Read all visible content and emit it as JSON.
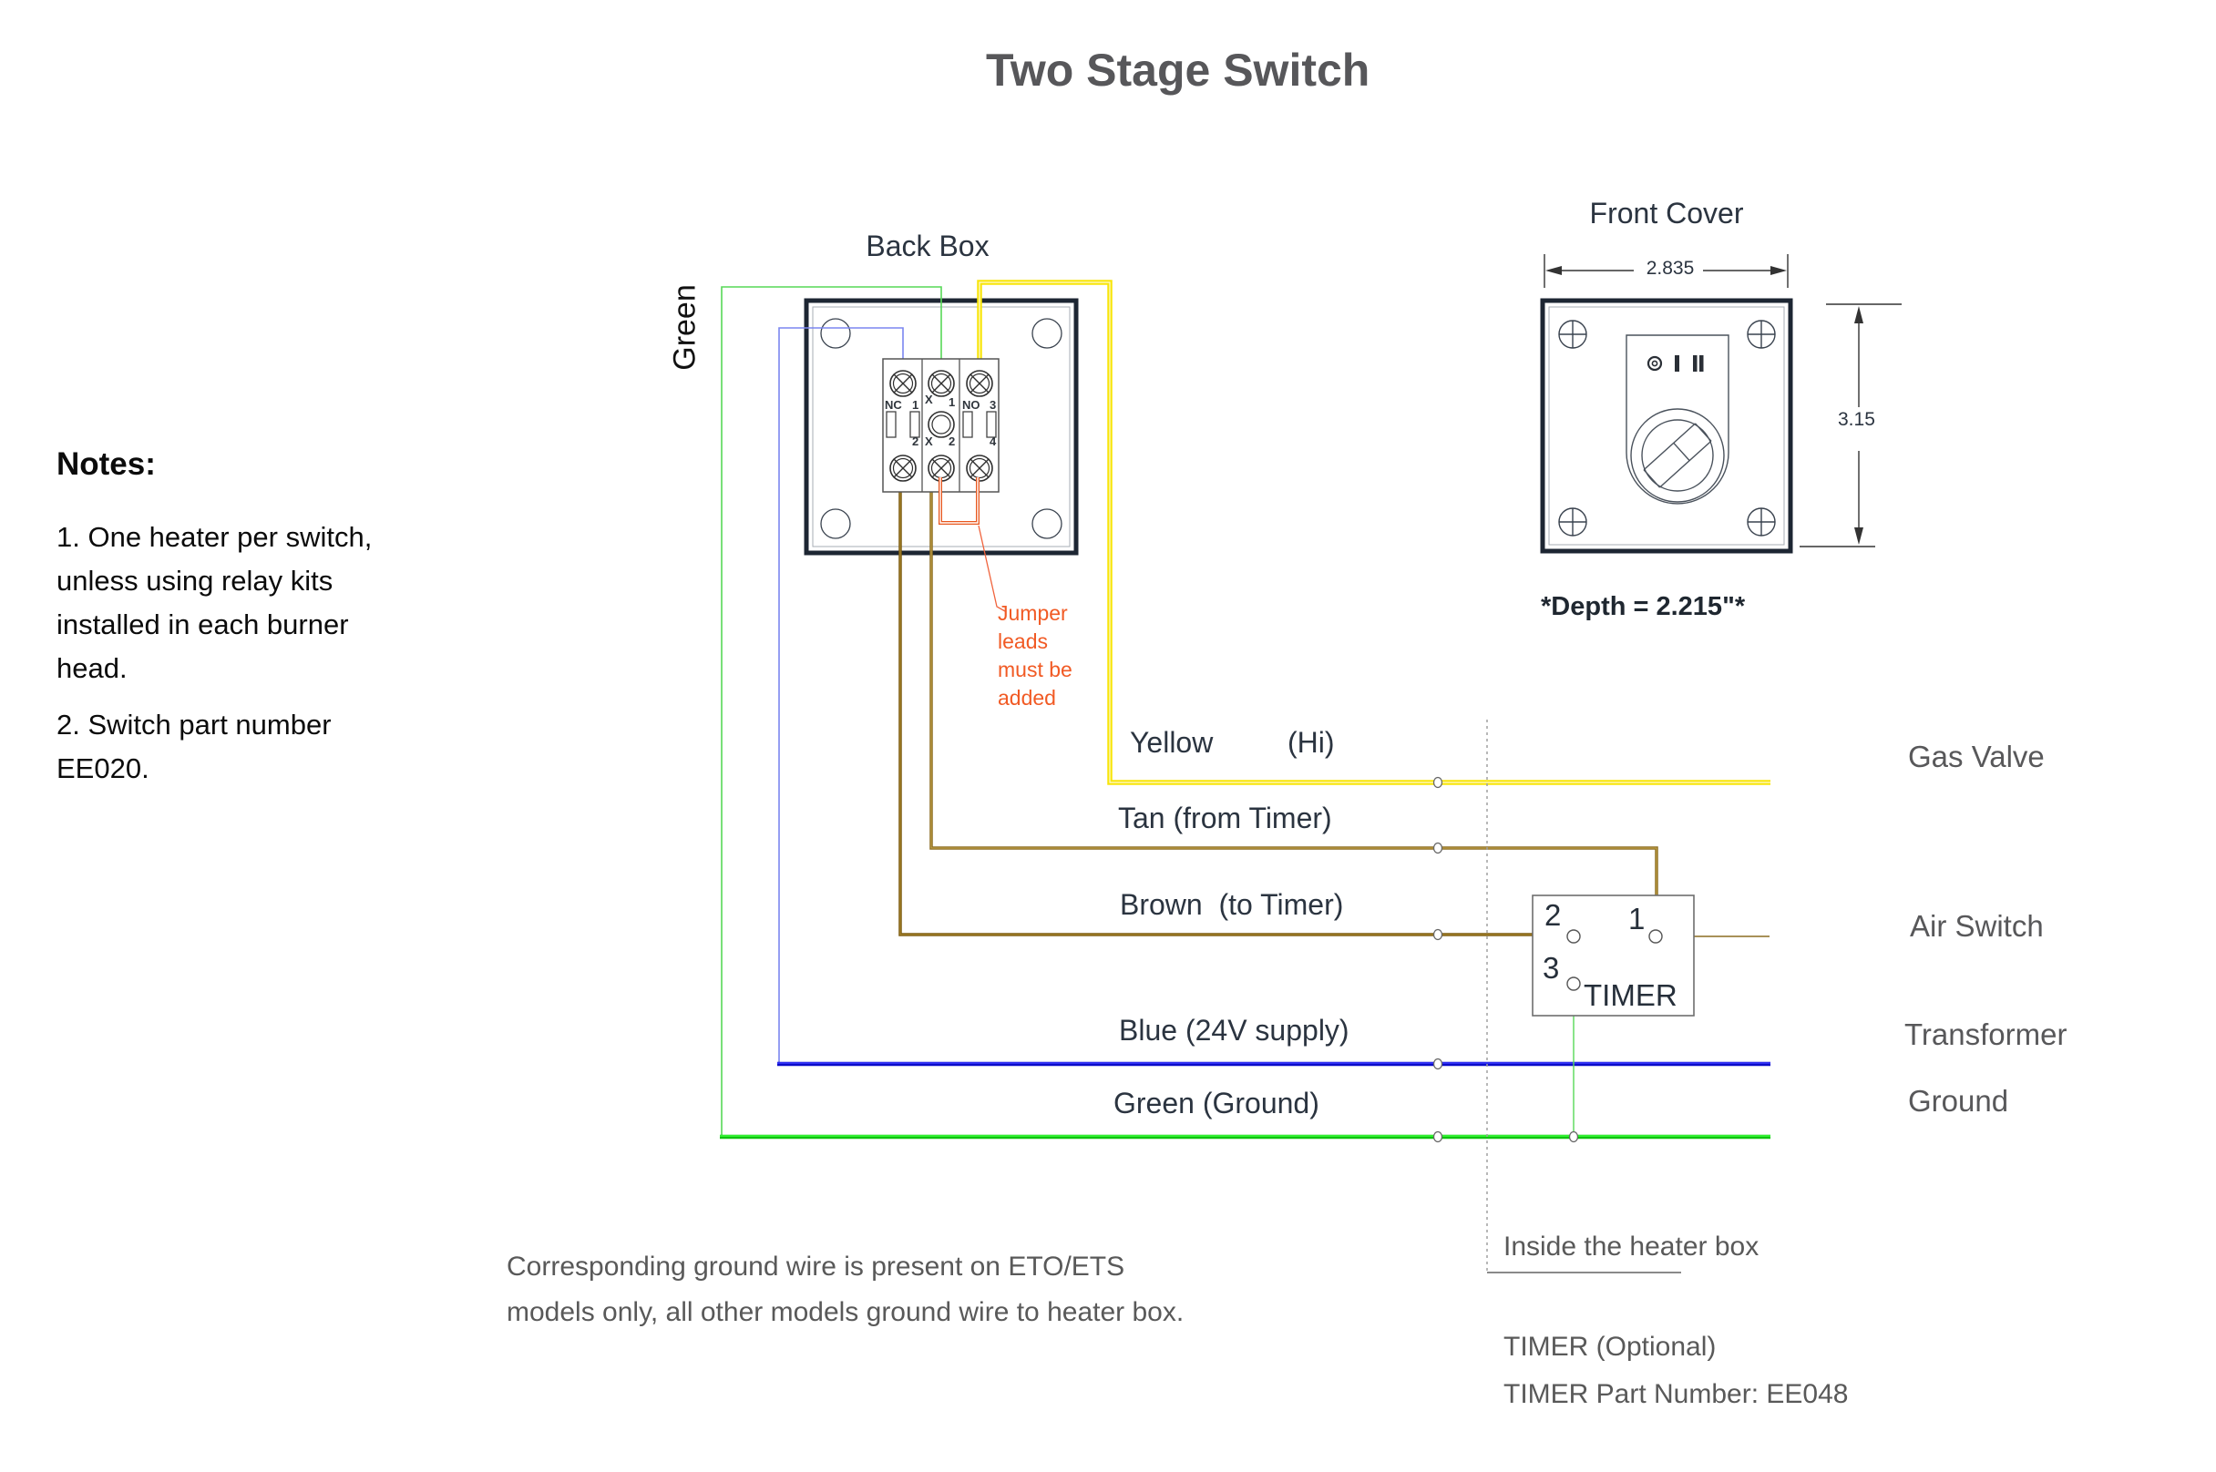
{
  "title": "Two Stage Switch",
  "notes": {
    "heading": "Notes:",
    "note1": "1. One heater per switch, unless using relay kits installed in each burner head.",
    "note2": "2. Switch part number EE020."
  },
  "back_box": {
    "label": "Back Box",
    "terminals": {
      "nc": "NC",
      "one_left": "1",
      "x_top": "X",
      "one_mid": "1",
      "no": "NO",
      "three": "3",
      "two_left": "2",
      "x_bot": "X",
      "two_mid": "2",
      "four": "4"
    }
  },
  "front_cover": {
    "label": "Front Cover",
    "width_dim": "2.835",
    "height_dim": "3.15",
    "depth_note": "*Depth = 2.215\"*"
  },
  "wires": {
    "green_vertical_label": "Green",
    "yellow_label": "Yellow",
    "yellow_tag": "(Hi)",
    "tan_label": "Tan (from Timer)",
    "brown_label": "Brown  (to Timer)",
    "blue_label": "Blue (24V supply)",
    "green_label": "Green (Ground)"
  },
  "targets": {
    "gas_valve": "Gas Valve",
    "air_switch": "Air Switch",
    "transformer": "Transformer",
    "ground": "Ground"
  },
  "timer": {
    "label": "TIMER",
    "terminal_2": "2",
    "terminal_1": "1",
    "terminal_3": "3",
    "optional_note": "TIMER (Optional)",
    "part_number_note": "TIMER Part Number: EE048"
  },
  "annotations": {
    "jumper_note": "Jumper leads must be added",
    "inside_box": "Inside the heater box",
    "ground_note": "Corresponding ground wire is present on ETO/ETS\nmodels only, all other models ground wire to heater box."
  },
  "colors": {
    "yellow": "#f8e50a",
    "yellow_core": "#fffbd8",
    "tan": "#8b6d22",
    "tan_core": "#c9a84c",
    "brown": "#7a5a10",
    "brown_core": "#b08c30",
    "blue": "#0b0bc8",
    "blue_core": "#3a3aff",
    "blue_light": "#7b86f0",
    "green": "#0ec30e",
    "green_core": "#3dff3d",
    "green_light": "#57d957",
    "orange": "#e8571e"
  }
}
